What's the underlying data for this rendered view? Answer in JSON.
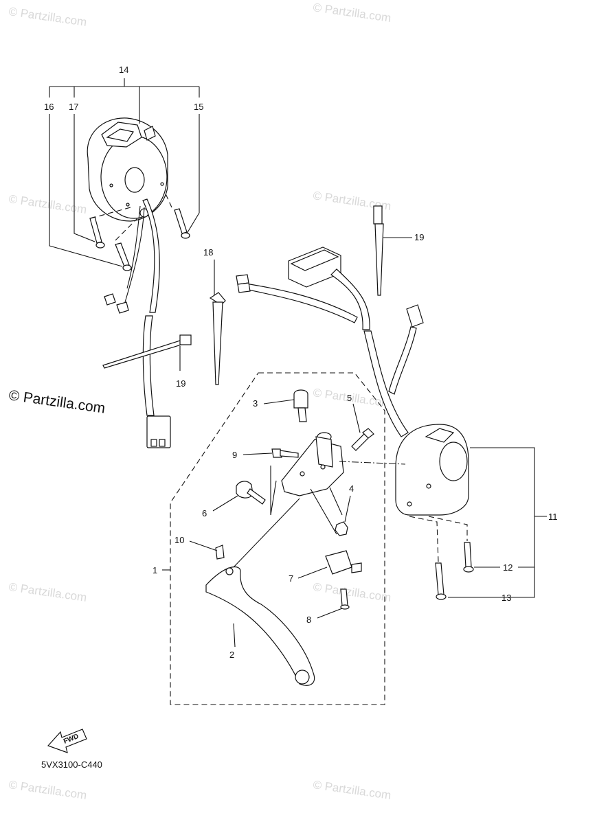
{
  "watermarks": {
    "small": "© Partzilla.com",
    "large": "© Partzilla.com"
  },
  "callouts": {
    "c1": "1",
    "c2": "2",
    "c3": "3",
    "c4": "4",
    "c5": "5",
    "c6": "6",
    "c7": "7",
    "c8": "8",
    "c9": "9",
    "c10": "10",
    "c11": "11",
    "c12": "12",
    "c13": "13",
    "c14": "14",
    "c15": "15",
    "c16": "16",
    "c17": "17",
    "c18": "18",
    "c19a": "19",
    "c19b": "19"
  },
  "fwd_label": "FWD",
  "part_code": "5VX3100-C440",
  "colors": {
    "ink": "#111111",
    "watermark": "#d9d9d9",
    "background": "#ffffff"
  }
}
